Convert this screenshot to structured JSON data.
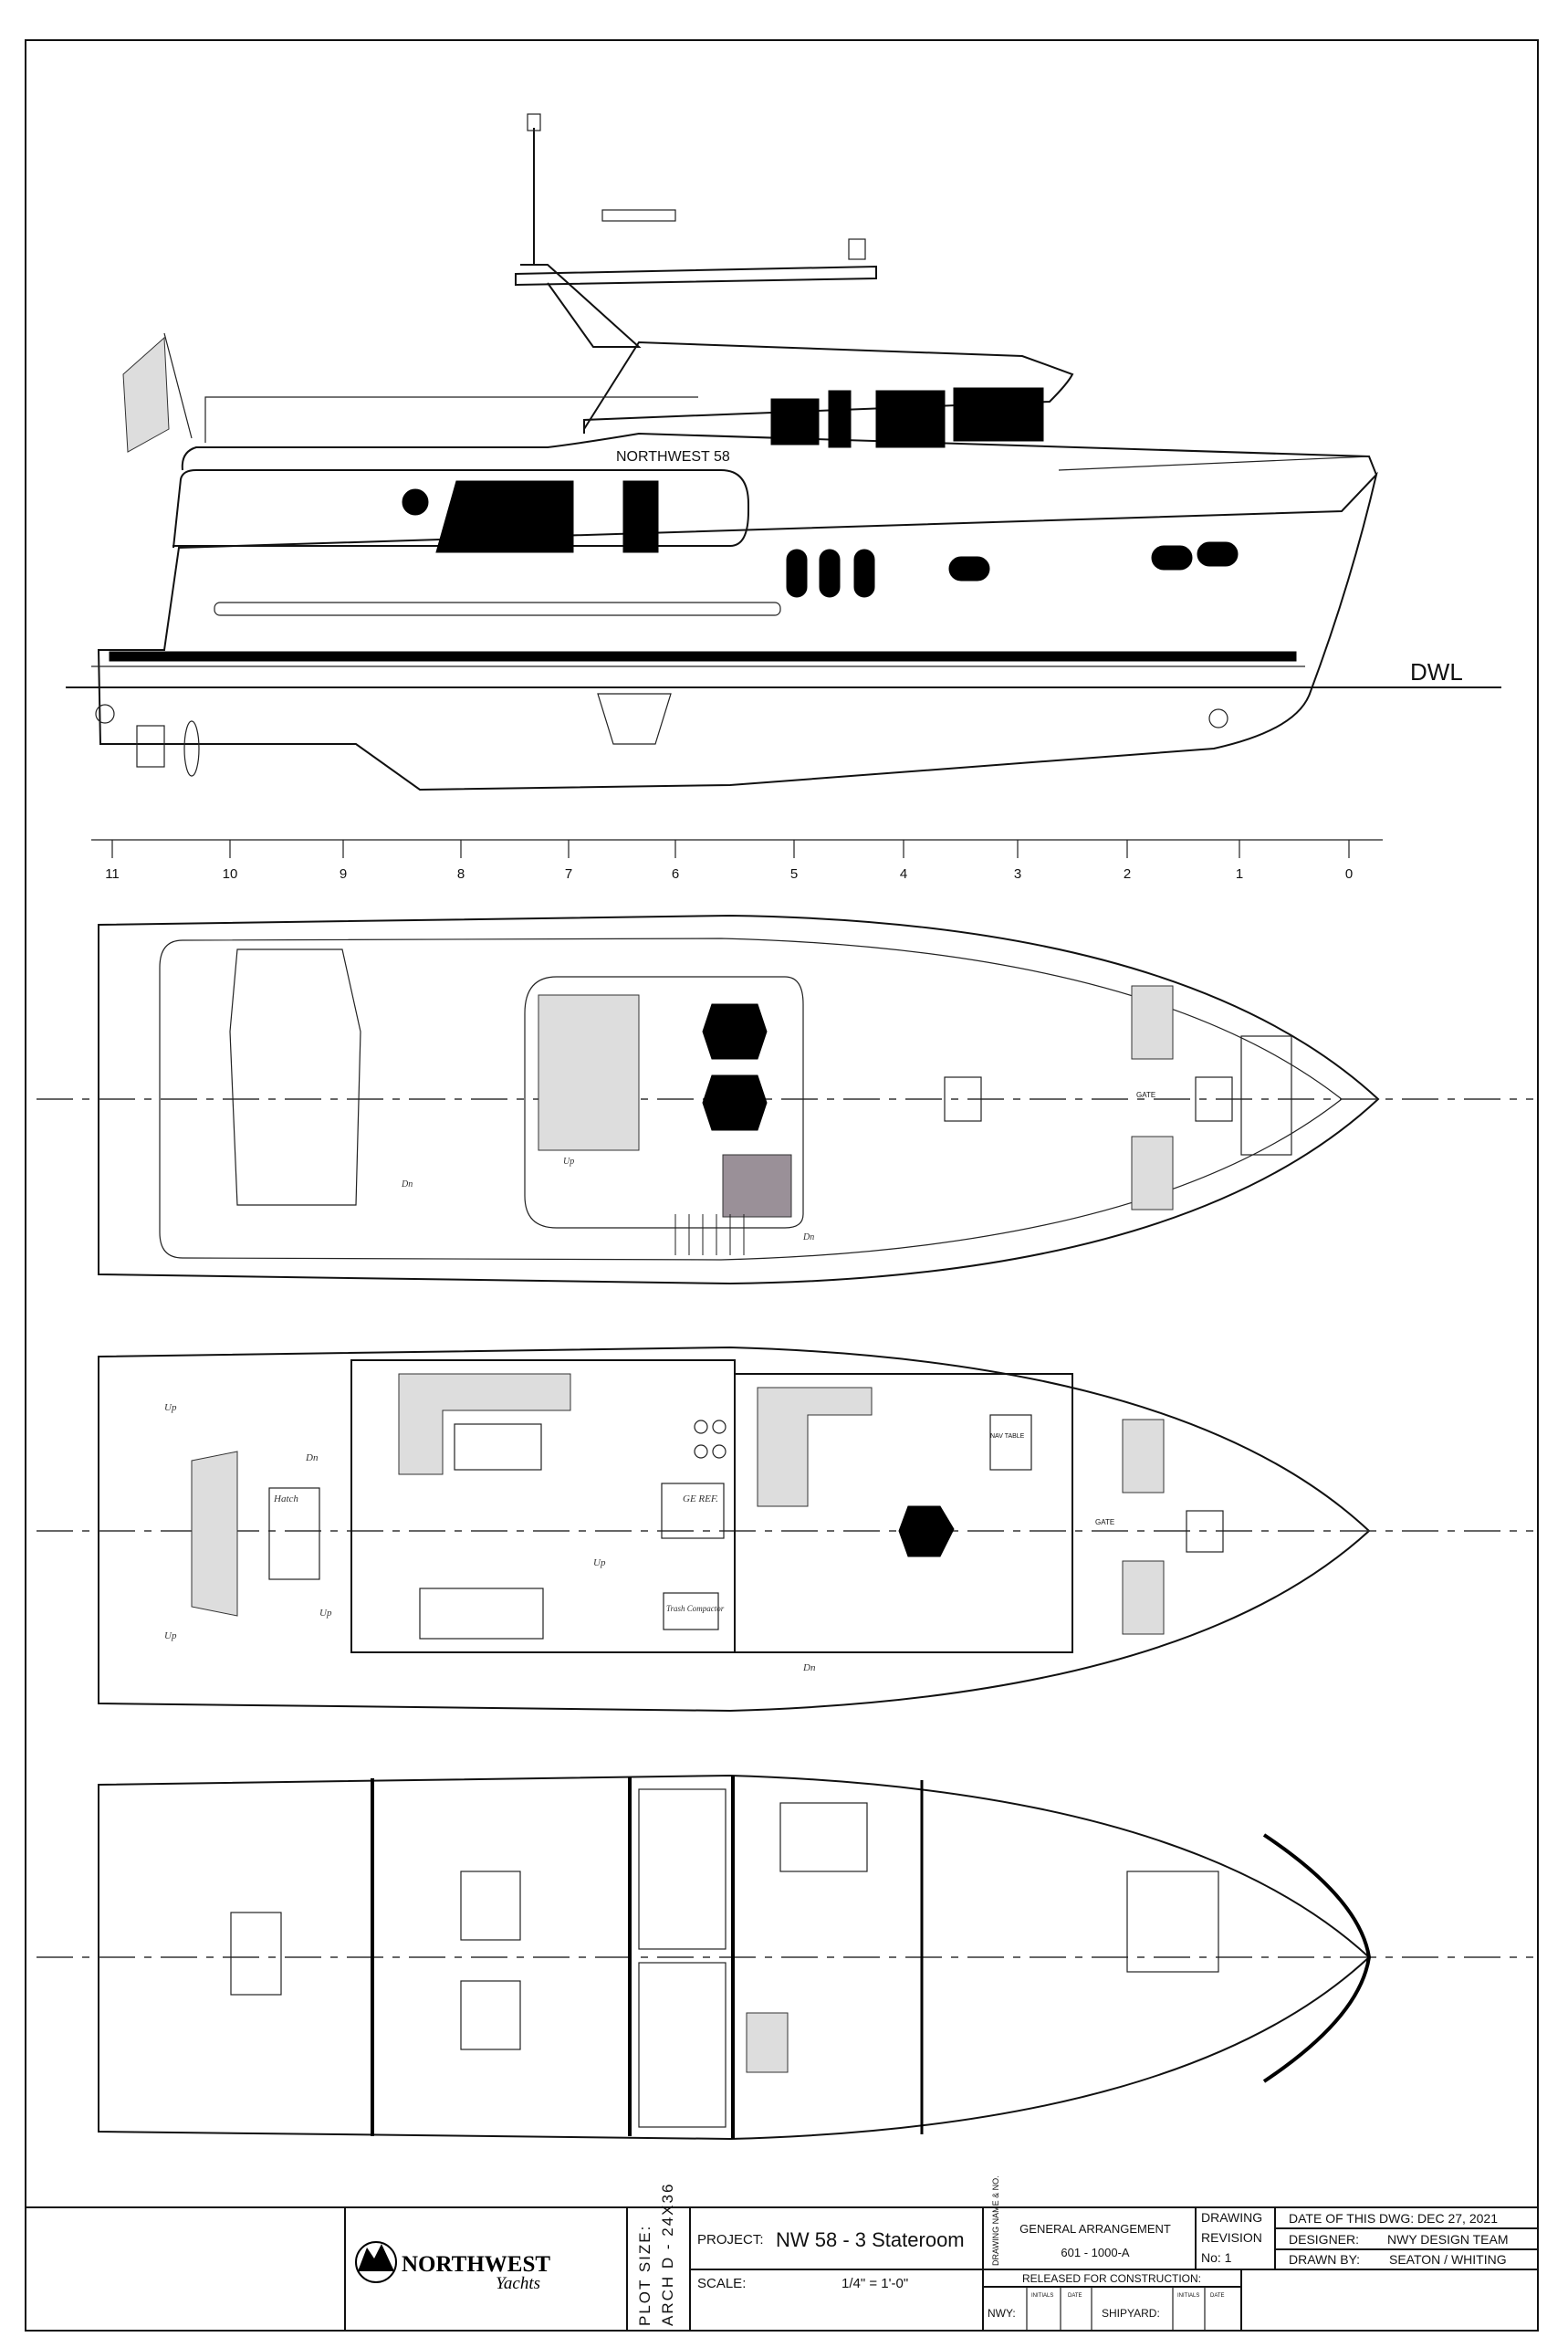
{
  "profile": {
    "hull_name": "NORTHWEST 58",
    "waterline_label": "DWL"
  },
  "station_ruler": [
    "11",
    "10",
    "9",
    "8",
    "7",
    "6",
    "5",
    "4",
    "3",
    "2",
    "1",
    "0"
  ],
  "flybridge_plan": {
    "labels": {
      "gate": "GATE",
      "up": "Up",
      "down": "Dn"
    }
  },
  "main_deck_plan": {
    "labels": {
      "hatch": "Hatch",
      "refrigerator": "GE REF.",
      "trash": "Trash Compactor",
      "nav_table": "NAV TABLE",
      "gate": "GATE",
      "up": "Up",
      "down": "Dn"
    }
  },
  "title_block": {
    "logo_text": "NORTHWEST",
    "logo_subtext": "Yachts",
    "plot_size_label": "PLOT SIZE:",
    "plot_size_value": "ARCH D - 24X36",
    "project_label": "PROJECT:",
    "project_value": "NW 58 - 3 Stateroom",
    "drawing_name_label": "DRAWING NAME & NO.",
    "drawing_name": "GENERAL ARRANGEMENT",
    "drawing_number": "601 - 1000-A",
    "revision_label_1": "DRAWING",
    "revision_label_2": "REVISION",
    "revision_no": "No: 1",
    "date_label": "DATE OF THIS DWG: DEC 27, 2021",
    "designer_label": "DESIGNER:",
    "designer_value": "NWY DESIGN TEAM",
    "drawn_by_label": "DRAWN BY:",
    "drawn_by_value": "SEATON / WHITING",
    "scale_label": "SCALE:",
    "scale_value": "1/4\" = 1'-0\"",
    "released_label": "RELEASED FOR CONSTRUCTION:",
    "nwy_label": "NWY:",
    "shipyard_label": "SHIPYARD:",
    "initials_label": "INITIALS",
    "date_small_label": "DATE"
  }
}
